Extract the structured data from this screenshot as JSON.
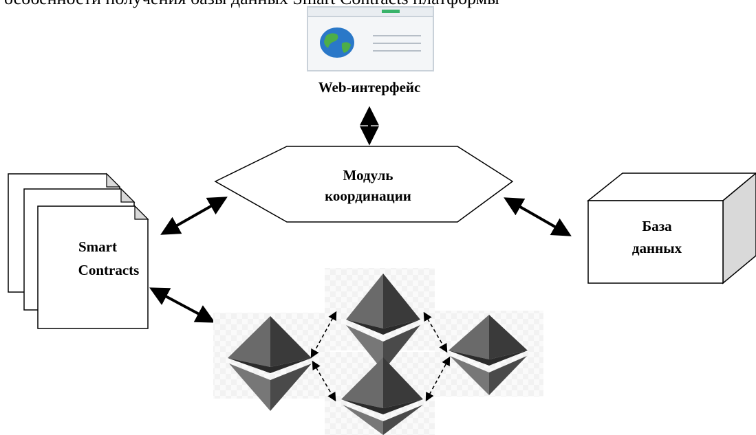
{
  "header_text_cut": "особенности получения базы данных Smart Contracts платформы",
  "web_interface": {
    "label": "Web-интерфейс",
    "icon": "browser-globe-icon"
  },
  "coordination_module": {
    "line1": "Модуль",
    "line2": "координации"
  },
  "database": {
    "line1": "База",
    "line2": "данных"
  },
  "smart_contracts": {
    "line1": "Smart",
    "line2": "Contracts"
  },
  "network_nodes": {
    "icon": "ethereum-diamond-icon"
  },
  "colors": {
    "ink": "#000000",
    "cube_side": "#d9d9d9",
    "node_dark": "#2b2b2b",
    "node_mid": "#555555",
    "node_light": "#8a8a8a"
  }
}
